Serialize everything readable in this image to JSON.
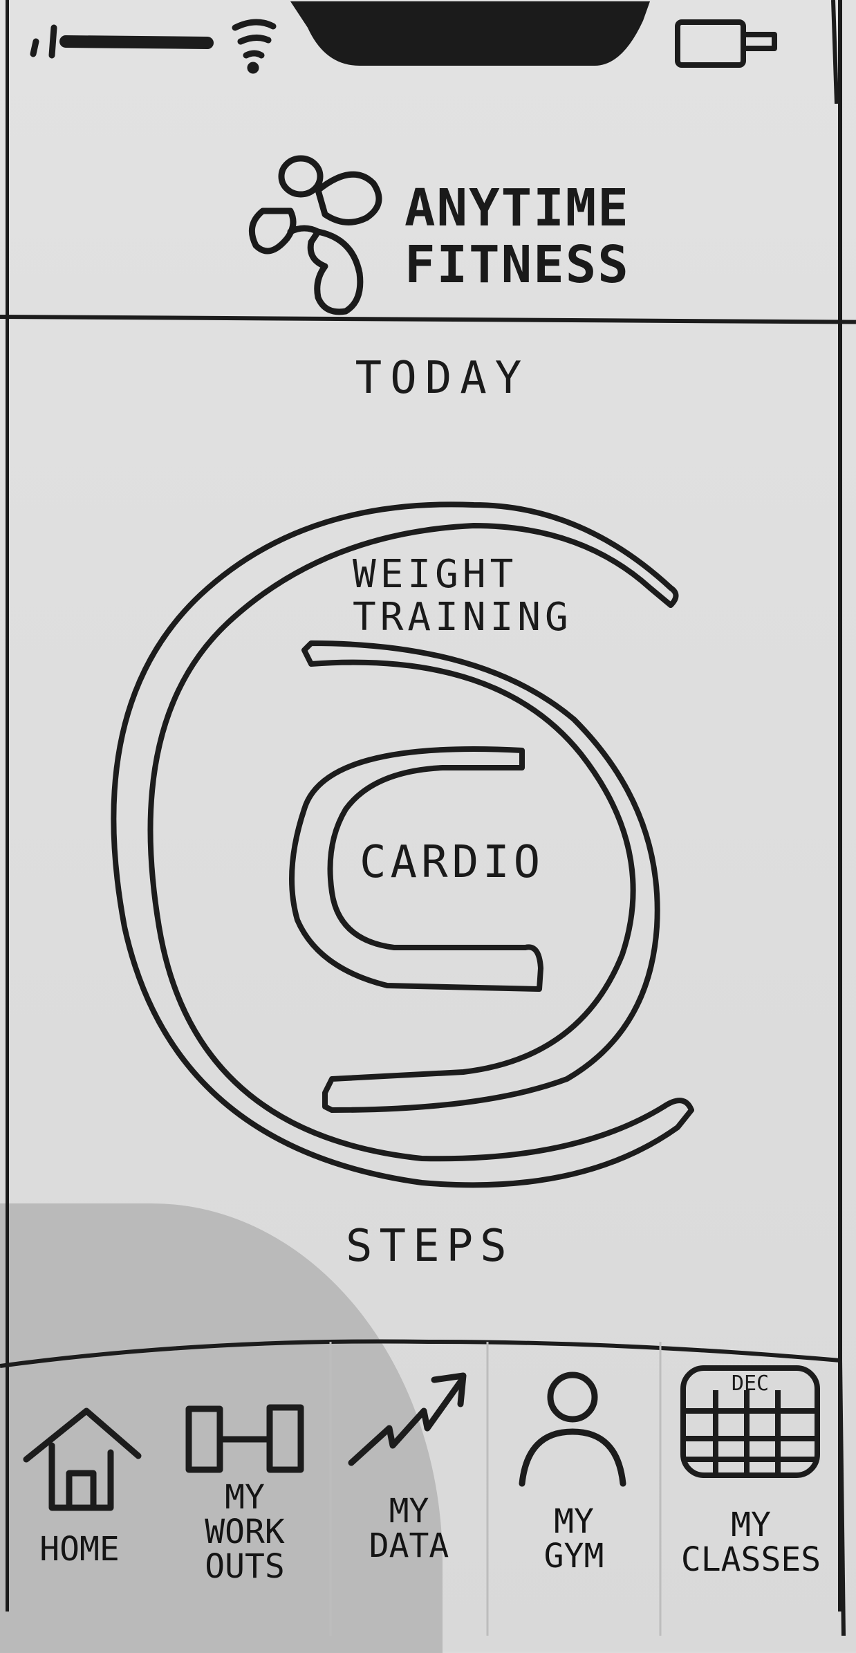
{
  "brand": {
    "line1": "ANYTIME",
    "line2": "FITNESS",
    "logo_icon": "running-figure-logo-icon"
  },
  "main": {
    "heading": "TODAY",
    "rings": {
      "outer_label_line1": "WEIGHT",
      "outer_label_line2": "TRAINING",
      "inner_label": "CARDIO"
    },
    "steps_label": "STEPS"
  },
  "status_bar": {
    "signal_icon": "signal-bars-icon",
    "wifi_icon": "wifi-icon",
    "battery_icon": "battery-icon"
  },
  "nav": {
    "items": [
      {
        "lines": [
          "HOME"
        ],
        "icon": "home-icon"
      },
      {
        "lines": [
          "MY",
          "WORK",
          "OUTS"
        ],
        "icon": "dumbbell-icon"
      },
      {
        "lines": [
          "MY",
          "DATA"
        ],
        "icon": "trend-up-icon"
      },
      {
        "lines": [
          "MY",
          "GYM"
        ],
        "icon": "person-icon"
      },
      {
        "lines": [
          "MY",
          "CLASSES"
        ],
        "icon": "calendar-icon",
        "calendar_month": "DEC"
      }
    ]
  }
}
